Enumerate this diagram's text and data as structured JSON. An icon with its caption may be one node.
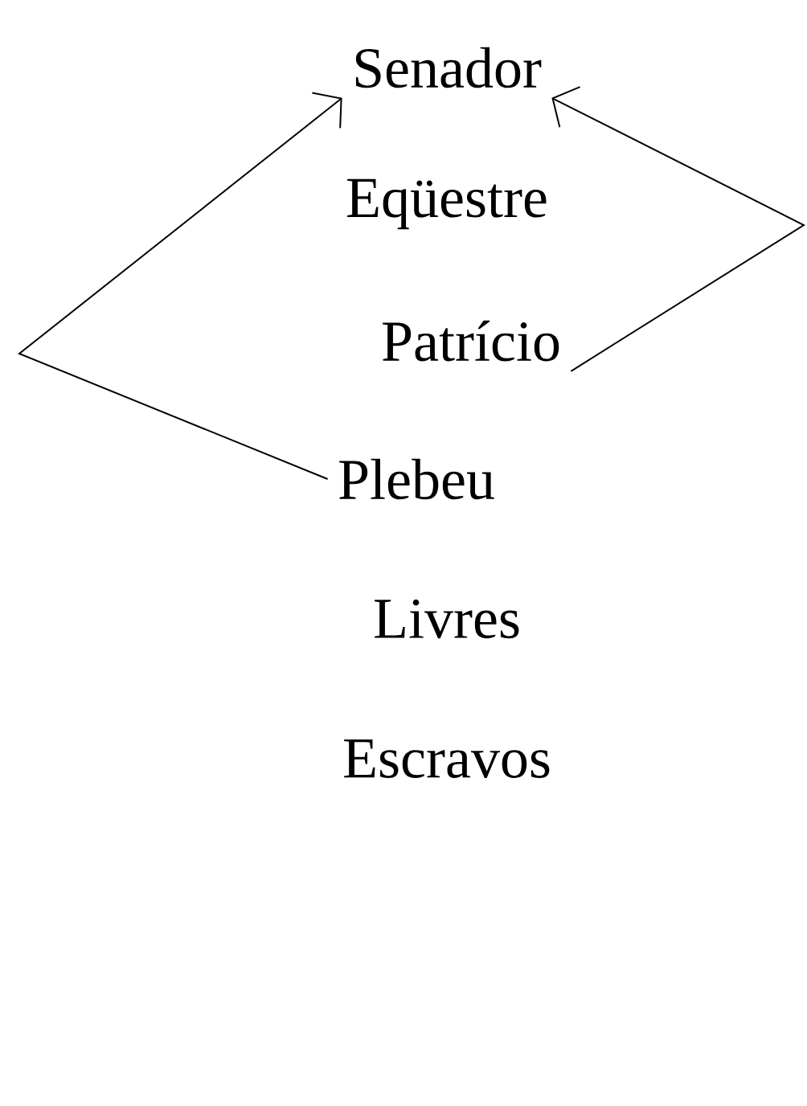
{
  "diagram": {
    "nodes": [
      {
        "text": [
          "Senador"
        ]
      },
      {
        "text": [
          "Eqüestre"
        ]
      },
      {
        "text": [
          "Patrício"
        ]
      },
      {
        "text": [
          "Plebeu"
        ]
      },
      {
        "text": [
          "Livres"
        ]
      },
      {
        "text": [
          "Escravos"
        ]
      }
    ],
    "edges": [
      {
        "from": 3,
        "to": 0,
        "arrow": "to"
      },
      {
        "from": 2,
        "to": 0,
        "arrow": "to"
      }
    ]
  }
}
